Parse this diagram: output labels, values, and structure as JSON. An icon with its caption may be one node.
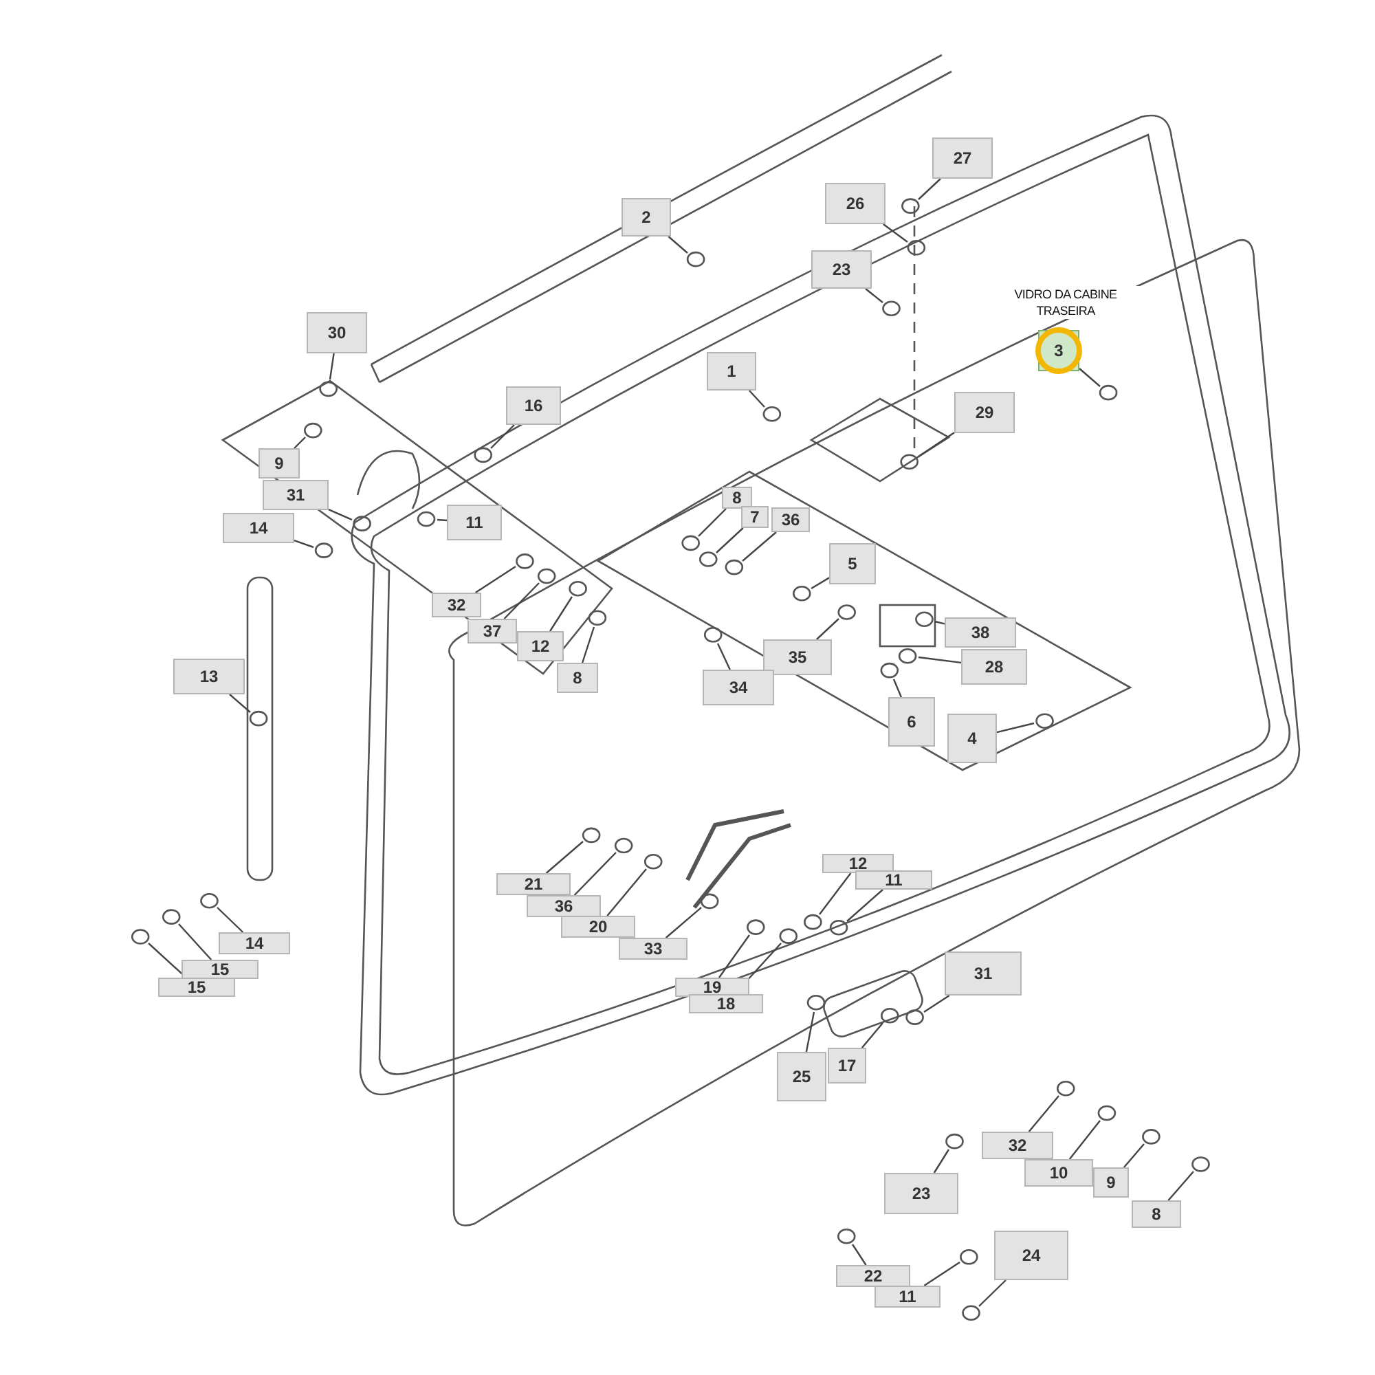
{
  "diagram": {
    "nodes": [
      {
        "text": [
          "2"
        ]
      },
      {
        "text": [
          "27"
        ]
      },
      {
        "text": [
          "26"
        ]
      },
      {
        "text": [
          "23"
        ]
      },
      {
        "text": [
          "30"
        ]
      },
      {
        "text": [
          "1"
        ]
      },
      {
        "text": [
          "3"
        ],
        "beside": [
          "VIDRO DA CABINE TRASEIRA"
        ]
      },
      {
        "text": [
          "16"
        ]
      },
      {
        "text": [
          "29"
        ]
      },
      {
        "text": [
          "9"
        ]
      },
      {
        "text": [
          "31"
        ]
      },
      {
        "text": [
          "14"
        ]
      },
      {
        "text": [
          "11"
        ]
      },
      {
        "text": [
          "8"
        ]
      },
      {
        "text": [
          "7"
        ]
      },
      {
        "text": [
          "36"
        ]
      },
      {
        "text": [
          "5"
        ]
      },
      {
        "text": [
          "32"
        ]
      },
      {
        "text": [
          "37"
        ]
      },
      {
        "text": [
          "12"
        ]
      },
      {
        "text": [
          "8"
        ]
      },
      {
        "text": [
          "38"
        ]
      },
      {
        "text": [
          "35"
        ]
      },
      {
        "text": [
          "34"
        ]
      },
      {
        "text": [
          "28"
        ]
      },
      {
        "text": [
          "6"
        ]
      },
      {
        "text": [
          "4"
        ]
      },
      {
        "text": [
          "13"
        ]
      },
      {
        "text": [
          "21"
        ]
      },
      {
        "text": [
          "36"
        ]
      },
      {
        "text": [
          "20"
        ]
      },
      {
        "text": [
          "33"
        ]
      },
      {
        "text": [
          "12"
        ]
      },
      {
        "text": [
          "11"
        ]
      },
      {
        "text": [
          "14"
        ]
      },
      {
        "text": [
          "15"
        ]
      },
      {
        "text": [
          "15"
        ]
      },
      {
        "text": [
          "19"
        ]
      },
      {
        "text": [
          "18"
        ]
      },
      {
        "text": [
          "31"
        ]
      },
      {
        "text": [
          "25"
        ]
      },
      {
        "text": [
          "17"
        ]
      },
      {
        "text": [
          "32"
        ]
      },
      {
        "text": [
          "10"
        ]
      },
      {
        "text": [
          "9"
        ]
      },
      {
        "text": [
          "8"
        ]
      },
      {
        "text": [
          "23"
        ]
      },
      {
        "text": [
          "22"
        ]
      },
      {
        "text": [
          "24"
        ]
      },
      {
        "text": [
          "11"
        ]
      }
    ],
    "edges": [
      {
        "from": 0,
        "to": null,
        "arrow": "none"
      },
      {
        "from": 1,
        "to": null,
        "arrow": "none"
      },
      {
        "from": 2,
        "to": null,
        "arrow": "none"
      },
      {
        "from": 3,
        "to": null,
        "arrow": "none"
      },
      {
        "from": 4,
        "to": null,
        "arrow": "none"
      },
      {
        "from": 5,
        "to": null,
        "arrow": "none"
      },
      {
        "from": 6,
        "to": null,
        "arrow": "none"
      },
      {
        "from": 7,
        "to": null,
        "arrow": "none"
      },
      {
        "from": 8,
        "to": null,
        "arrow": "none"
      },
      {
        "from": 9,
        "to": null,
        "arrow": "none"
      },
      {
        "from": 10,
        "to": null,
        "arrow": "none"
      },
      {
        "from": 11,
        "to": null,
        "arrow": "none"
      },
      {
        "from": 12,
        "to": null,
        "arrow": "none"
      },
      {
        "from": 13,
        "to": null,
        "arrow": "none"
      },
      {
        "from": 14,
        "to": null,
        "arrow": "none"
      },
      {
        "from": 15,
        "to": null,
        "arrow": "none"
      },
      {
        "from": 16,
        "to": null,
        "arrow": "none"
      },
      {
        "from": 17,
        "to": null,
        "arrow": "none"
      },
      {
        "from": 18,
        "to": null,
        "arrow": "none"
      },
      {
        "from": 19,
        "to": null,
        "arrow": "none"
      },
      {
        "from": 20,
        "to": null,
        "arrow": "none"
      },
      {
        "from": 21,
        "to": null,
        "arrow": "none"
      },
      {
        "from": 22,
        "to": null,
        "arrow": "none"
      },
      {
        "from": 23,
        "to": null,
        "arrow": "none"
      },
      {
        "from": 24,
        "to": null,
        "arrow": "none"
      },
      {
        "from": 25,
        "to": null,
        "arrow": "none"
      },
      {
        "from": 26,
        "to": null,
        "arrow": "none"
      },
      {
        "from": 27,
        "to": null,
        "arrow": "none"
      },
      {
        "from": 28,
        "to": null,
        "arrow": "none"
      },
      {
        "from": 29,
        "to": null,
        "arrow": "none"
      },
      {
        "from": 30,
        "to": null,
        "arrow": "none"
      },
      {
        "from": 31,
        "to": null,
        "arrow": "none"
      },
      {
        "from": 32,
        "to": null,
        "arrow": "none"
      },
      {
        "from": 33,
        "to": null,
        "arrow": "none"
      },
      {
        "from": 34,
        "to": null,
        "arrow": "none"
      },
      {
        "from": 35,
        "to": null,
        "arrow": "none"
      },
      {
        "from": 36,
        "to": null,
        "arrow": "none"
      },
      {
        "from": 37,
        "to": null,
        "arrow": "none"
      },
      {
        "from": 38,
        "to": null,
        "arrow": "none"
      },
      {
        "from": 39,
        "to": null,
        "arrow": "none"
      },
      {
        "from": 40,
        "to": null,
        "arrow": "none"
      },
      {
        "from": 41,
        "to": null,
        "arrow": "none"
      },
      {
        "from": 42,
        "to": null,
        "arrow": "none"
      },
      {
        "from": 43,
        "to": null,
        "arrow": "none"
      },
      {
        "from": 44,
        "to": null,
        "arrow": "none"
      },
      {
        "from": 45,
        "to": null,
        "arrow": "none"
      },
      {
        "from": 46,
        "to": null,
        "arrow": "none"
      },
      {
        "from": 47,
        "to": null,
        "arrow": "none"
      },
      {
        "from": 48,
        "to": null,
        "arrow": "none"
      },
      {
        "from": 49,
        "to": null,
        "arrow": "none"
      }
    ]
  }
}
